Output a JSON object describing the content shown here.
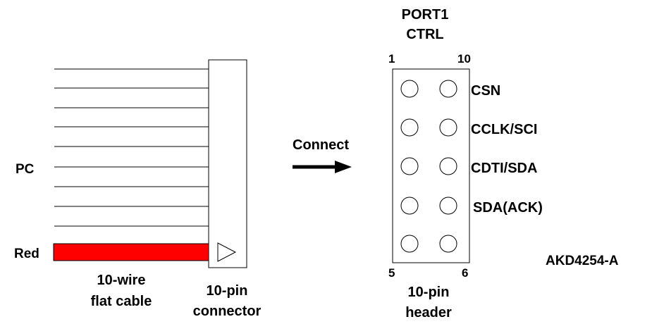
{
  "left": {
    "pc_label": "PC",
    "red_label": "Red",
    "cable_label_line1": "10-wire",
    "cable_label_line2": "flat cable",
    "connector_label_line1": "10-pin",
    "connector_label_line2": "connector",
    "red_color": "#ff0000"
  },
  "middle": {
    "connect_label": "Connect"
  },
  "header": {
    "title_line1": "PORT1",
    "title_line2": "CTRL",
    "pin_top_left": "1",
    "pin_top_right": "10",
    "pin_bottom_left": "5",
    "pin_bottom_right": "6",
    "label_line1": "10-pin",
    "label_line2": "header",
    "signals": [
      "CSN",
      "CCLK/SCI",
      "CDTI/SDA",
      "SDA(ACK)"
    ]
  },
  "board_label": "AKD4254-A"
}
